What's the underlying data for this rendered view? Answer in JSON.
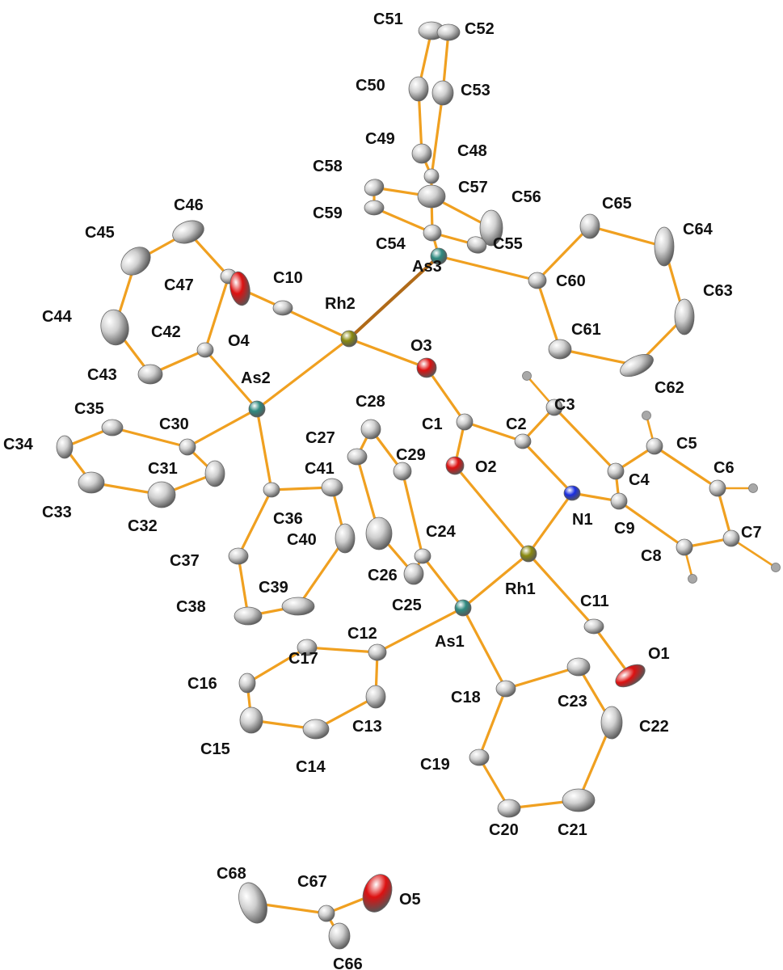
{
  "colors": {
    "bond": "#f0a020",
    "carbon": "#cfcfcf",
    "oxygen": "#dd1111",
    "nitrogen": "#1a2ee0",
    "arsenic": "#2f8a80",
    "rhodium": "#8a8a10",
    "hydrogen": "#a8a8a8",
    "label": "#111111"
  },
  "atoms": [
    {
      "id": "C51",
      "label": "C51",
      "element": "C"
    },
    {
      "id": "C52",
      "label": "C52",
      "element": "C"
    },
    {
      "id": "C50",
      "label": "C50",
      "element": "C"
    },
    {
      "id": "C53",
      "label": "C53",
      "element": "C"
    },
    {
      "id": "C49",
      "label": "C49",
      "element": "C"
    },
    {
      "id": "C48",
      "label": "C48",
      "element": "C"
    },
    {
      "id": "C58",
      "label": "C58",
      "element": "C"
    },
    {
      "id": "C57",
      "label": "C57",
      "element": "C"
    },
    {
      "id": "C56",
      "label": "C56",
      "element": "C"
    },
    {
      "id": "C59",
      "label": "C59",
      "element": "C"
    },
    {
      "id": "C54",
      "label": "C54",
      "element": "C"
    },
    {
      "id": "C55",
      "label": "C55",
      "element": "C"
    },
    {
      "id": "As3",
      "label": "As3",
      "element": "As"
    },
    {
      "id": "C65",
      "label": "C65",
      "element": "C"
    },
    {
      "id": "C64",
      "label": "C64",
      "element": "C"
    },
    {
      "id": "C60",
      "label": "C60",
      "element": "C"
    },
    {
      "id": "C63",
      "label": "C63",
      "element": "C"
    },
    {
      "id": "C61",
      "label": "C61",
      "element": "C"
    },
    {
      "id": "C62",
      "label": "C62",
      "element": "C"
    },
    {
      "id": "C46",
      "label": "C46",
      "element": "C"
    },
    {
      "id": "C45",
      "label": "C45",
      "element": "C"
    },
    {
      "id": "C47",
      "label": "C47",
      "element": "C"
    },
    {
      "id": "O4",
      "label": "O4",
      "element": "O"
    },
    {
      "id": "C10",
      "label": "C10",
      "element": "C"
    },
    {
      "id": "Rh2",
      "label": "Rh2",
      "element": "Rh"
    },
    {
      "id": "C44",
      "label": "C44",
      "element": "C"
    },
    {
      "id": "C42",
      "label": "C42",
      "element": "C"
    },
    {
      "id": "O3",
      "label": "O3",
      "element": "O"
    },
    {
      "id": "C43",
      "label": "C43",
      "element": "C"
    },
    {
      "id": "As2",
      "label": "As2",
      "element": "As"
    },
    {
      "id": "C35",
      "label": "C35",
      "element": "C"
    },
    {
      "id": "C30",
      "label": "C30",
      "element": "C"
    },
    {
      "id": "C34",
      "label": "C34",
      "element": "C"
    },
    {
      "id": "C31",
      "label": "C31",
      "element": "C"
    },
    {
      "id": "C33",
      "label": "C33",
      "element": "C"
    },
    {
      "id": "C32",
      "label": "C32",
      "element": "C"
    },
    {
      "id": "C28",
      "label": "C28",
      "element": "C"
    },
    {
      "id": "C27",
      "label": "C27",
      "element": "C"
    },
    {
      "id": "C29",
      "label": "C29",
      "element": "C"
    },
    {
      "id": "C41",
      "label": "C41",
      "element": "C"
    },
    {
      "id": "C36",
      "label": "C36",
      "element": "C"
    },
    {
      "id": "C40",
      "label": "C40",
      "element": "C"
    },
    {
      "id": "C37",
      "label": "C37",
      "element": "C"
    },
    {
      "id": "C38",
      "label": "C38",
      "element": "C"
    },
    {
      "id": "C39",
      "label": "C39",
      "element": "C"
    },
    {
      "id": "C26",
      "label": "C26",
      "element": "C"
    },
    {
      "id": "C24",
      "label": "C24",
      "element": "C"
    },
    {
      "id": "C25",
      "label": "C25",
      "element": "C"
    },
    {
      "id": "C1",
      "label": "C1",
      "element": "C"
    },
    {
      "id": "C2",
      "label": "C2",
      "element": "C"
    },
    {
      "id": "C3",
      "label": "C3",
      "element": "C"
    },
    {
      "id": "O2",
      "label": "O2",
      "element": "O"
    },
    {
      "id": "C4",
      "label": "C4",
      "element": "C"
    },
    {
      "id": "C5",
      "label": "C5",
      "element": "C"
    },
    {
      "id": "C6",
      "label": "C6",
      "element": "C"
    },
    {
      "id": "N1",
      "label": "N1",
      "element": "N"
    },
    {
      "id": "C9",
      "label": "C9",
      "element": "C"
    },
    {
      "id": "C7",
      "label": "C7",
      "element": "C"
    },
    {
      "id": "C8",
      "label": "C8",
      "element": "C"
    },
    {
      "id": "Rh1",
      "label": "Rh1",
      "element": "Rh"
    },
    {
      "id": "C11",
      "label": "C11",
      "element": "C"
    },
    {
      "id": "As1",
      "label": "As1",
      "element": "As"
    },
    {
      "id": "O1",
      "label": "O1",
      "element": "O"
    },
    {
      "id": "C12",
      "label": "C12",
      "element": "C"
    },
    {
      "id": "C17",
      "label": "C17",
      "element": "C"
    },
    {
      "id": "C16",
      "label": "C16",
      "element": "C"
    },
    {
      "id": "C13",
      "label": "C13",
      "element": "C"
    },
    {
      "id": "C15",
      "label": "C15",
      "element": "C"
    },
    {
      "id": "C14",
      "label": "C14",
      "element": "C"
    },
    {
      "id": "C18",
      "label": "C18",
      "element": "C"
    },
    {
      "id": "C23",
      "label": "C23",
      "element": "C"
    },
    {
      "id": "C22",
      "label": "C22",
      "element": "C"
    },
    {
      "id": "C19",
      "label": "C19",
      "element": "C"
    },
    {
      "id": "C20",
      "label": "C20",
      "element": "C"
    },
    {
      "id": "C21",
      "label": "C21",
      "element": "C"
    },
    {
      "id": "C68",
      "label": "C68",
      "element": "C"
    },
    {
      "id": "C67",
      "label": "C67",
      "element": "C"
    },
    {
      "id": "O5",
      "label": "O5",
      "element": "O"
    },
    {
      "id": "C66",
      "label": "C66",
      "element": "C"
    }
  ],
  "bonds": [
    [
      "C51",
      "C52"
    ],
    [
      "C51",
      "C50"
    ],
    [
      "C52",
      "C53"
    ],
    [
      "C50",
      "C49"
    ],
    [
      "C53",
      "C48"
    ],
    [
      "C49",
      "C48"
    ],
    [
      "C48",
      "C57"
    ],
    [
      "C57",
      "C58"
    ],
    [
      "C58",
      "C59"
    ],
    [
      "C59",
      "C54"
    ],
    [
      "C57",
      "C56"
    ],
    [
      "C56",
      "C55"
    ],
    [
      "C55",
      "C54"
    ],
    [
      "C54",
      "As3"
    ],
    [
      "C57",
      "C54"
    ],
    [
      "As3",
      "C60"
    ],
    [
      "As3",
      "Rh2"
    ],
    [
      "C60",
      "C65"
    ],
    [
      "C65",
      "C64"
    ],
    [
      "C64",
      "C63"
    ],
    [
      "C63",
      "C62"
    ],
    [
      "C62",
      "C61"
    ],
    [
      "C61",
      "C60"
    ],
    [
      "C47",
      "O4"
    ],
    [
      "C47",
      "C46"
    ],
    [
      "C46",
      "C45"
    ],
    [
      "C45",
      "C44"
    ],
    [
      "C44",
      "C43"
    ],
    [
      "C43",
      "C42"
    ],
    [
      "C42",
      "C47"
    ],
    [
      "O4",
      "C10"
    ],
    [
      "C10",
      "Rh2"
    ],
    [
      "Rh2",
      "O3"
    ],
    [
      "Rh2",
      "As2"
    ],
    [
      "C42",
      "As2"
    ],
    [
      "O3",
      "C1"
    ],
    [
      "C1",
      "O2"
    ],
    [
      "C1",
      "C2"
    ],
    [
      "C2",
      "C3"
    ],
    [
      "C3",
      "C4"
    ],
    [
      "C4",
      "C5"
    ],
    [
      "C5",
      "C6"
    ],
    [
      "C6",
      "C7"
    ],
    [
      "C7",
      "C8"
    ],
    [
      "C8",
      "C9"
    ],
    [
      "C9",
      "C4"
    ],
    [
      "C9",
      "N1"
    ],
    [
      "N1",
      "C2"
    ],
    [
      "N1",
      "Rh1"
    ],
    [
      "O2",
      "Rh1"
    ],
    [
      "Rh1",
      "C11"
    ],
    [
      "C11",
      "O1"
    ],
    [
      "Rh1",
      "As1"
    ],
    [
      "As2",
      "C30"
    ],
    [
      "C30",
      "C35"
    ],
    [
      "C35",
      "C34"
    ],
    [
      "C34",
      "C33"
    ],
    [
      "C33",
      "C32"
    ],
    [
      "C32",
      "C31"
    ],
    [
      "C31",
      "C30"
    ],
    [
      "As2",
      "C36"
    ],
    [
      "C36",
      "C41"
    ],
    [
      "C41",
      "C40"
    ],
    [
      "C40",
      "C39"
    ],
    [
      "C39",
      "C38"
    ],
    [
      "C38",
      "C37"
    ],
    [
      "C37",
      "C36"
    ],
    [
      "C28",
      "C27"
    ],
    [
      "C27",
      "C26"
    ],
    [
      "C26",
      "C25"
    ],
    [
      "C25",
      "C24"
    ],
    [
      "C24",
      "C29"
    ],
    [
      "C29",
      "C28"
    ],
    [
      "C24",
      "As1"
    ],
    [
      "As1",
      "C12"
    ],
    [
      "C12",
      "C17"
    ],
    [
      "C17",
      "C16"
    ],
    [
      "C16",
      "C15"
    ],
    [
      "C15",
      "C14"
    ],
    [
      "C14",
      "C13"
    ],
    [
      "C13",
      "C12"
    ],
    [
      "As1",
      "C18"
    ],
    [
      "C18",
      "C23"
    ],
    [
      "C23",
      "C22"
    ],
    [
      "C22",
      "C21"
    ],
    [
      "C21",
      "C20"
    ],
    [
      "C20",
      "C19"
    ],
    [
      "C19",
      "C18"
    ],
    [
      "C68",
      "C67"
    ],
    [
      "C67",
      "O5"
    ],
    [
      "C67",
      "C66"
    ]
  ],
  "hydrogens": [
    {
      "parent": "C3"
    },
    {
      "parent": "C5"
    },
    {
      "parent": "C6"
    },
    {
      "parent": "C7"
    },
    {
      "parent": "C8"
    }
  ]
}
